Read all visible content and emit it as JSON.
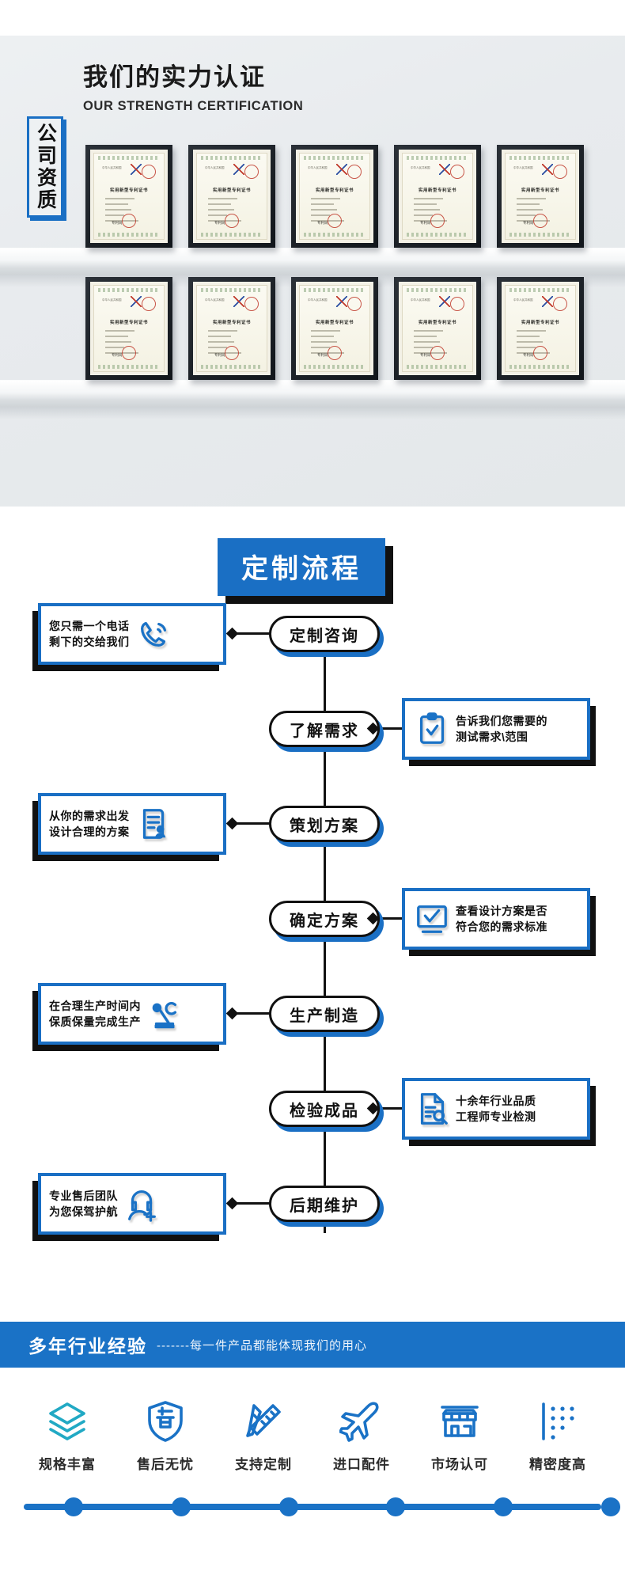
{
  "certification": {
    "title_cn": "我们的实力认证",
    "title_en": "OUR STRENGTH CERTIFICATION",
    "vertical_label": "公司资质",
    "certificates": [
      {
        "heading": "中华人民共和国",
        "name": "实用新型专利证书",
        "signature": "专利局"
      },
      {
        "heading": "中华人民共和国",
        "name": "实用新型专利证书",
        "signature": "专利局"
      },
      {
        "heading": "中华人民共和国",
        "name": "实用新型专利证书",
        "signature": "专利局"
      },
      {
        "heading": "中华人民共和国",
        "name": "实用新型专利证书",
        "signature": "专利局"
      },
      {
        "heading": "中华人民共和国",
        "name": "实用新型专利证书",
        "signature": "专利局"
      },
      {
        "heading": "中华人民共和国",
        "name": "实用新型专利证书",
        "signature": "专利局"
      },
      {
        "heading": "中华人民共和国",
        "name": "实用新型专利证书",
        "signature": "专利局"
      },
      {
        "heading": "中华人民共和国",
        "name": "实用新型专利证书",
        "signature": "专利局"
      },
      {
        "heading": "中华人民共和国",
        "name": "实用新型专利证书",
        "signature": "专利局"
      },
      {
        "heading": "中华人民共和国",
        "name": "实用新型专利证书",
        "signature": "专利局"
      }
    ]
  },
  "flow": {
    "title": "定制流程",
    "steps": [
      {
        "node": "定制咨询",
        "side": "left",
        "text": "您只需一个电话\n剩下的交给我们",
        "icon": "phone-icon"
      },
      {
        "node": "了解需求",
        "side": "right",
        "text": "告诉我们您需要的\n测试需求\\范围",
        "icon": "clipboard-check-icon"
      },
      {
        "node": "策划方案",
        "side": "left",
        "text": "从你的需求出发\n设计合理的方案",
        "icon": "document-user-icon"
      },
      {
        "node": "确定方案",
        "side": "right",
        "text": "查看设计方案是否\n符合您的需求标准",
        "icon": "monitor-check-icon"
      },
      {
        "node": "生产制造",
        "side": "left",
        "text": "在合理生产时间内\n保质保量完成生产",
        "icon": "robot-arm-icon"
      },
      {
        "node": "检验成品",
        "side": "right",
        "text": "十余年行业品质\n工程师专业检测",
        "icon": "document-search-icon"
      },
      {
        "node": "后期维护",
        "side": "left",
        "text": "专业售后团队\n为您保驾护航",
        "icon": "headset-add-icon"
      }
    ]
  },
  "banner": {
    "main": "多年行业经验",
    "sub": "-------每一件产品都能体现我们的用心"
  },
  "features": [
    {
      "label": "规格丰富",
      "icon": "layers-icon",
      "color": "#21a9c4"
    },
    {
      "label": "售后无忧",
      "icon": "shield-sale-icon",
      "color": "#1a72c6"
    },
    {
      "label": "支持定制",
      "icon": "pencil-ruler-icon",
      "color": "#1a72c6"
    },
    {
      "label": "进口配件",
      "icon": "airplane-icon",
      "color": "#1a72c6"
    },
    {
      "label": "市场认可",
      "icon": "store-icon",
      "color": "#1a72c6"
    },
    {
      "label": "精密度高",
      "icon": "precision-dots-icon",
      "color": "#1a72c6"
    }
  ],
  "colors": {
    "brand_blue": "#1a72c6",
    "accent_teal": "#21a9c4",
    "outline_black": "#111111"
  }
}
